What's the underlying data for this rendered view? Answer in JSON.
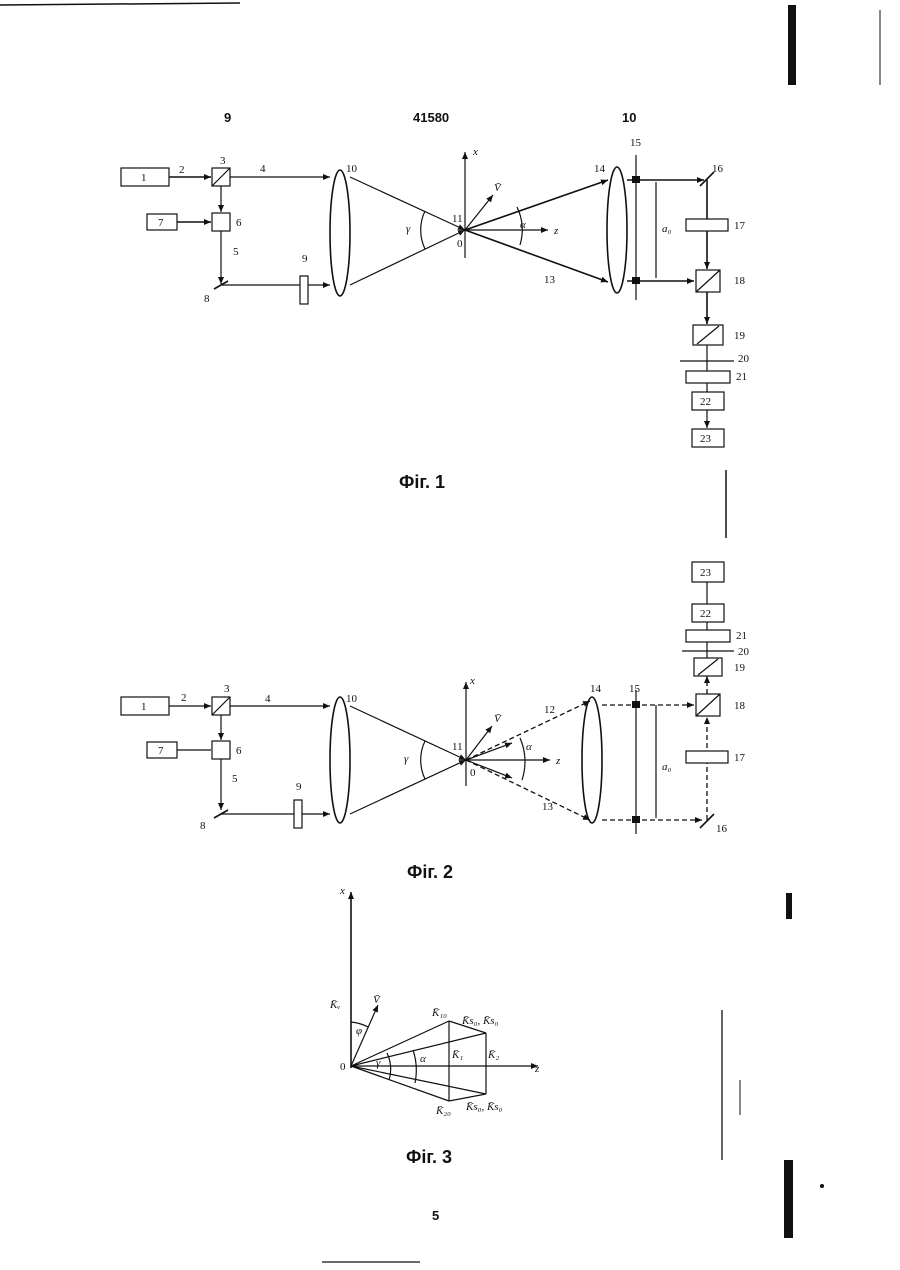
{
  "header": {
    "left": "9",
    "center": "41580",
    "right": "10"
  },
  "captions": {
    "fig1": "Фіг. 1",
    "fig2": "Фіг. 2",
    "fig3": "Фіг. 3"
  },
  "page_number": "5",
  "fig1": {
    "labels": {
      "n1": "1",
      "n2": "2",
      "n3": "3",
      "n4": "4",
      "n5": "5",
      "n6": "6",
      "n7": "7",
      "n8": "8",
      "n9": "9",
      "n10": "10",
      "n11": "11",
      "n13": "13",
      "n14": "14",
      "n15": "15",
      "n16": "16",
      "n17": "17",
      "n18": "18",
      "n19": "19",
      "n20": "20",
      "n21": "21",
      "n22": "22",
      "n23": "23",
      "n23box": "23",
      "n22box": "22",
      "axis_x": "x",
      "axis_z": "z",
      "origin": "0",
      "gamma": "γ",
      "alpha": "α",
      "velocity": "V̄",
      "a_label": "a₀"
    }
  },
  "fig2": {
    "labels": {
      "n1": "1",
      "n2": "2",
      "n3": "3",
      "n4": "4",
      "n5": "5",
      "n6": "6",
      "n7": "7",
      "n8": "8",
      "n9": "9",
      "n10": "10",
      "n11": "11",
      "n12": "12",
      "n13": "13",
      "n14": "14",
      "n15": "15",
      "n16": "16",
      "n17": "17",
      "n18": "18",
      "n19": "19",
      "n20": "20",
      "n21": "21",
      "n22box": "22",
      "n23box": "23",
      "axis_x": "x",
      "axis_z": "z",
      "origin": "0",
      "gamma": "γ",
      "alpha": "α",
      "velocity": "V̄",
      "a_label": "a₀"
    }
  },
  "fig3": {
    "labels": {
      "axis_x": "x",
      "axis_z": "z",
      "origin": "0",
      "phi": "φ",
      "gamma": "γ",
      "alpha": "α",
      "kv": "K̄ᵥ",
      "v": "V̄",
      "k10": "K̄₁₀",
      "k1": "K̄₁",
      "k20": "K̄₂₀",
      "k2": "K̄₂",
      "ks_top": "K̄s₀, K̄s₀",
      "ks_bot": "K̄s₀, K̄s₀"
    }
  }
}
